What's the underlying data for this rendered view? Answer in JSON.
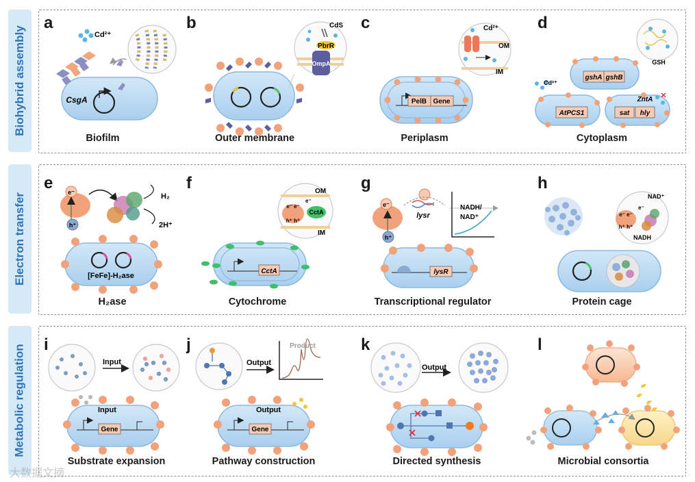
{
  "sections": [
    {
      "title": "Biohybrid assembly"
    },
    {
      "title": "Electron transfer"
    },
    {
      "title": "Metabolic regulation"
    }
  ],
  "panels": [
    {
      "letter": "a",
      "caption": "Biofilm",
      "labels": {
        "cd": "Cd²⁺",
        "gene": "CsgA"
      }
    },
    {
      "letter": "b",
      "caption": "Outer membrane",
      "labels": {
        "cds": "CdS",
        "pbrr": "PbrR",
        "ompa": "OmpA"
      }
    },
    {
      "letter": "c",
      "caption": "Periplasm",
      "labels": {
        "cd": "Cd²⁺",
        "om": "OM",
        "im": "IM",
        "pelb": "PelB",
        "gene": "Gene"
      }
    },
    {
      "letter": "d",
      "caption": "Cytoplasm",
      "labels": {
        "gsh": "GSH",
        "gsha": "gshA",
        "gshb": "gshB",
        "cd": "Cd²⁺",
        "atpcs1": "AtPCS1",
        "znta": "ZntA",
        "sat": "sat",
        "hly": "hly"
      }
    },
    {
      "letter": "e",
      "caption": "H₂ase",
      "labels": {
        "e": "e⁻",
        "h": "h⁺",
        "h2": "H₂",
        "h2plus": "2H⁺",
        "fefe": "[FeFe]-H₂ase"
      }
    },
    {
      "letter": "f",
      "caption": "Cytochrome",
      "labels": {
        "om": "OM",
        "im": "IM",
        "ee": "e⁻ e⁻",
        "hh": "h⁺ h⁺",
        "e": "e⁻",
        "ccta": "CctA",
        "gene": "CctA"
      }
    },
    {
      "letter": "g",
      "caption": "Transcriptional regulator",
      "labels": {
        "e": "e⁻",
        "h": "h⁺",
        "lysr": "lysr",
        "nadh": "NADH/",
        "nad": "NAD⁺",
        "gene": "lysR"
      }
    },
    {
      "letter": "h",
      "caption": "Protein cage",
      "labels": {
        "nadplus": "NAD⁺",
        "ee": "e⁻ e⁻",
        "e": "e⁻",
        "hh": "h⁺ h⁺",
        "nadh": "NADH"
      }
    },
    {
      "letter": "i",
      "caption": "Substrate expansion",
      "labels": {
        "input": "Input",
        "gene": "Gene",
        "input2": "Input"
      }
    },
    {
      "letter": "j",
      "caption": "Pathway construction",
      "labels": {
        "output": "Output",
        "product": "Product",
        "gene": "Gene",
        "output2": "Output"
      }
    },
    {
      "letter": "k",
      "caption": "Directed synthesis",
      "labels": {
        "output": "Output"
      }
    },
    {
      "letter": "l",
      "caption": "Microbial consortia",
      "labels": {}
    }
  ],
  "watermark": "大数据文摘",
  "colors": {
    "tab_bg": "#d6e9f7",
    "tab_text": "#2f75b5",
    "cell_fill": "#bfdcf3",
    "cell_stroke": "#7fb0da",
    "dot": "#f2a27a",
    "dashed": "#8c8c8c"
  }
}
